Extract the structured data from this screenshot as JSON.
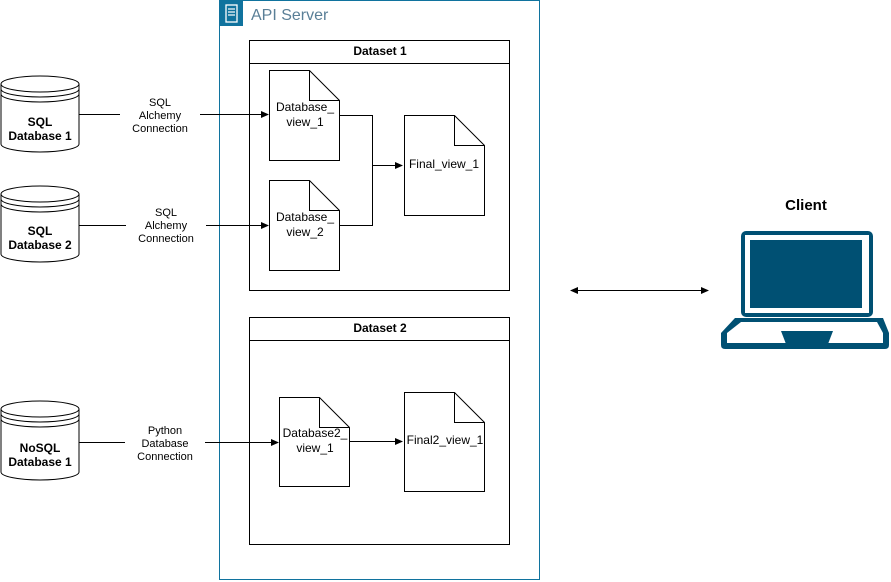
{
  "api_server": {
    "title": "API Server",
    "icon": "server-icon",
    "color": "#10739e"
  },
  "datasets": [
    {
      "title": "Dataset 1"
    },
    {
      "title": "Dataset 2"
    }
  ],
  "databases": [
    {
      "line1": "SQL",
      "line2": "Database 1",
      "connection": [
        "SQL",
        "Alchemy",
        "Connection"
      ]
    },
    {
      "line1": "SQL",
      "line2": "Database 2",
      "connection": [
        "SQL",
        "Alchemy",
        "Connection"
      ]
    },
    {
      "line1": "NoSQL",
      "line2": "Database 1",
      "connection": [
        "Python",
        "Database",
        "Connection"
      ]
    }
  ],
  "documents": {
    "database_view_1": [
      "Database_",
      "view_1"
    ],
    "database_view_2": [
      "Database_",
      "view_2"
    ],
    "final_view_1": "Final_view_1",
    "database2_view_1": [
      "Database2_",
      "view_1"
    ],
    "final2_view_1": "Final2_view_1"
  },
  "client": {
    "title": "Client",
    "icon": "laptop-icon",
    "color": "#005073"
  }
}
